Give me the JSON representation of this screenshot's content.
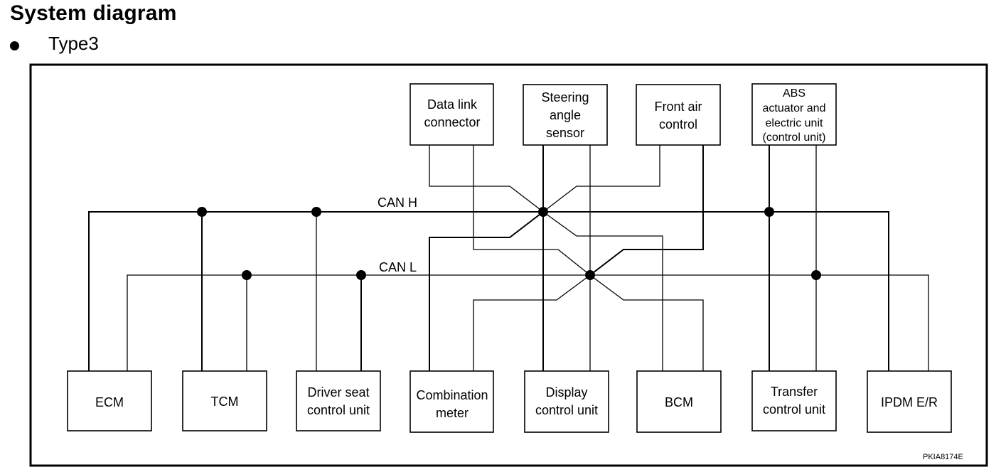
{
  "title": "System diagram",
  "subtitle": "Type3",
  "bus": {
    "can_h": "CAN H",
    "can_l": "CAN L"
  },
  "top_units": {
    "data_link": [
      "Data link",
      "connector"
    ],
    "steering": [
      "Steering",
      "angle",
      "sensor"
    ],
    "front_air": [
      "Front air",
      "control"
    ],
    "abs": [
      "ABS",
      "actuator and",
      "electric unit",
      "(control unit)"
    ]
  },
  "bottom_units": {
    "ecm": [
      "ECM"
    ],
    "tcm": [
      "TCM"
    ],
    "driver_seat": [
      "Driver seat",
      "control unit"
    ],
    "combination": [
      "Combination",
      "meter"
    ],
    "display": [
      "Display",
      "control unit"
    ],
    "bcm": [
      "BCM"
    ],
    "transfer": [
      "Transfer",
      "control unit"
    ],
    "ipdm": [
      "IPDM E/R"
    ]
  },
  "figure_code": "PKIA8174E"
}
